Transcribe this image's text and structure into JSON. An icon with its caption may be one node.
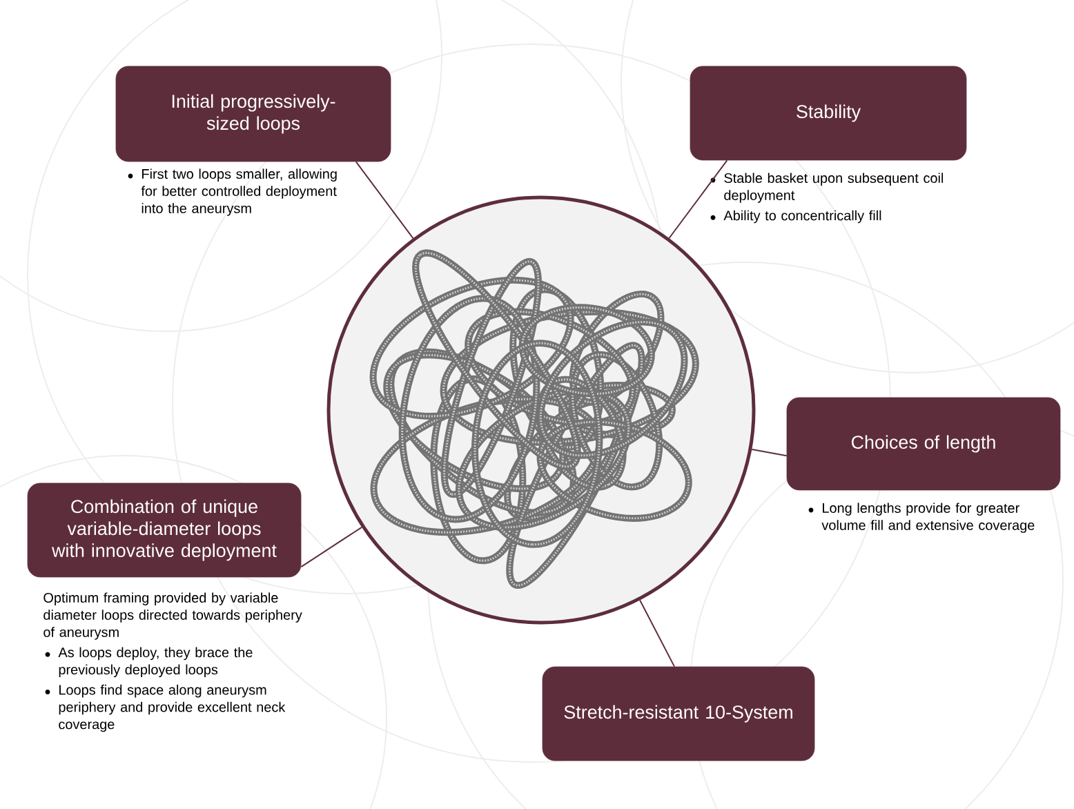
{
  "diagram": {
    "nodes": [
      {
        "text": [
          "Initial progressively-sized loops"
        ],
        "beside": [
          "First two loops smaller, allowing for better controlled deployment into the aneurysm"
        ]
      },
      {
        "text": [
          "Stability"
        ],
        "beside": [
          "Stable basket upon subsequent coil deployment",
          "Ability to concentrically fill"
        ]
      },
      {
        "text": [],
        "shape": "picture"
      },
      {
        "text": [
          "Choices of length"
        ],
        "beside": [
          "Long lengths provide for greater volume fill and extensive coverage"
        ]
      },
      {
        "text": [
          "Combination of unique variable-diameter loops with innovative deployment"
        ],
        "beside": [
          "Optimum framing provided by variable diameter loops directed towards periphery of aneurysm",
          "As loops deploy, they brace the previously deployed loops",
          "Loops find space along aneurysm periphery and provide excellent neck coverage"
        ]
      },
      {
        "text": [
          "Stretch-resistant 10-System"
        ]
      }
    ],
    "edges": [
      {
        "from": 0,
        "to": 2,
        "arrow": "none"
      },
      {
        "from": 1,
        "to": 2,
        "arrow": "none"
      },
      {
        "from": 3,
        "to": 2,
        "arrow": "none"
      },
      {
        "from": 4,
        "to": 2,
        "arrow": "none"
      },
      {
        "from": 5,
        "to": 2,
        "arrow": "none"
      }
    ]
  }
}
